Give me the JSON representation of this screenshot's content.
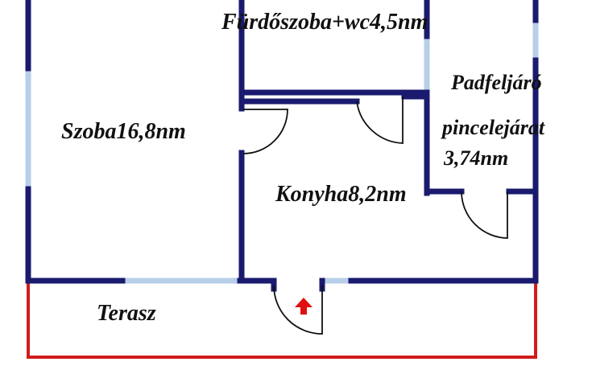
{
  "rooms": {
    "bathroom": "Fürdőszoba+wc4,5nm",
    "bedroom": "Szoba16,8nm",
    "kitchen": "Konyha8,2nm",
    "cellar_line1": "Padfeljáró",
    "cellar_line2": "pincelejárat",
    "cellar_line3": "3,74nm",
    "terrace": "Terasz"
  },
  "colors": {
    "wall": "#1a1a6e",
    "window": "#b7cfe8",
    "terrace_outline": "#d01c1c",
    "door_arc": "#111111",
    "entrance_arrow": "#e01010",
    "label": "#111111"
  },
  "icons": {
    "entrance": "up-arrow-icon"
  }
}
